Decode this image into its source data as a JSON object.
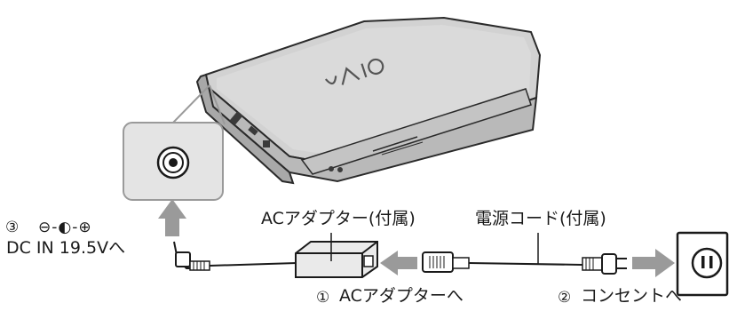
{
  "labels": {
    "step3_number": "③",
    "step3_polarity": "⊖-◐-⊕",
    "step3_text": "DC IN 19.5Vへ",
    "adapter_label": "ACアダプター(付属)",
    "cord_label": "電源コード(付属)",
    "step1_number": "①",
    "step1_text": "ACアダプターへ",
    "step2_number": "②",
    "step2_text": "コンセントへ"
  },
  "logo": {
    "text": "VAIO"
  },
  "colors": {
    "laptop_body": "#cfcfcf",
    "laptop_edge": "#2a2a2a",
    "callout_fill": "#e4e4e4",
    "arrow_gray": "#9a9a9a",
    "adapter_fill": "#e9e9e9",
    "cable": "#1a1a1a"
  },
  "icons": [
    "laptop-illustration",
    "dc-jack-icon",
    "plug-arrow-icon",
    "wall-outlet-icon",
    "ac-adapter-icon"
  ]
}
